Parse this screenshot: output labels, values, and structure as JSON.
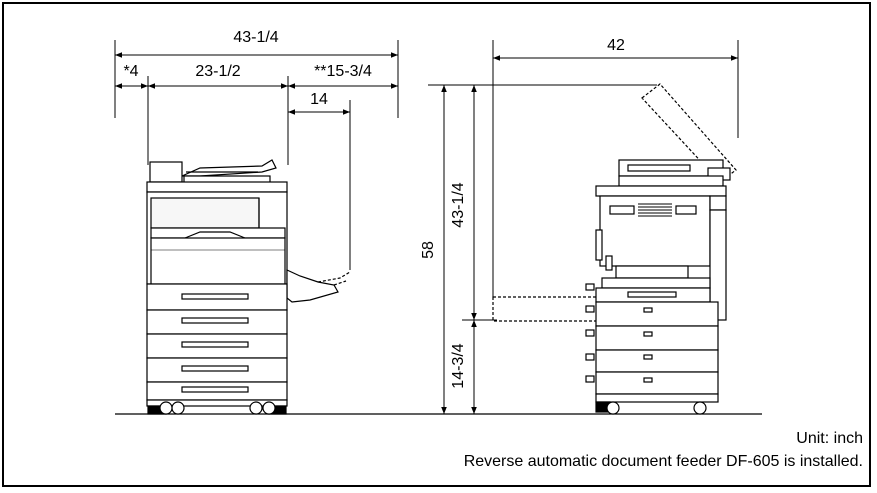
{
  "dimensions": {
    "front": {
      "total_width": "43-1/4",
      "left_offset": "*4",
      "body_width": "23-1/2",
      "right_offset": "**15-3/4",
      "tray_extension": "14"
    },
    "side": {
      "depth": "42",
      "total_height": "58",
      "upper_height": "43-1/4",
      "lower_height": "14-3/4"
    }
  },
  "notes": {
    "unit": "Unit: inch",
    "installed": "Reverse automatic document feeder DF-605 is installed."
  }
}
